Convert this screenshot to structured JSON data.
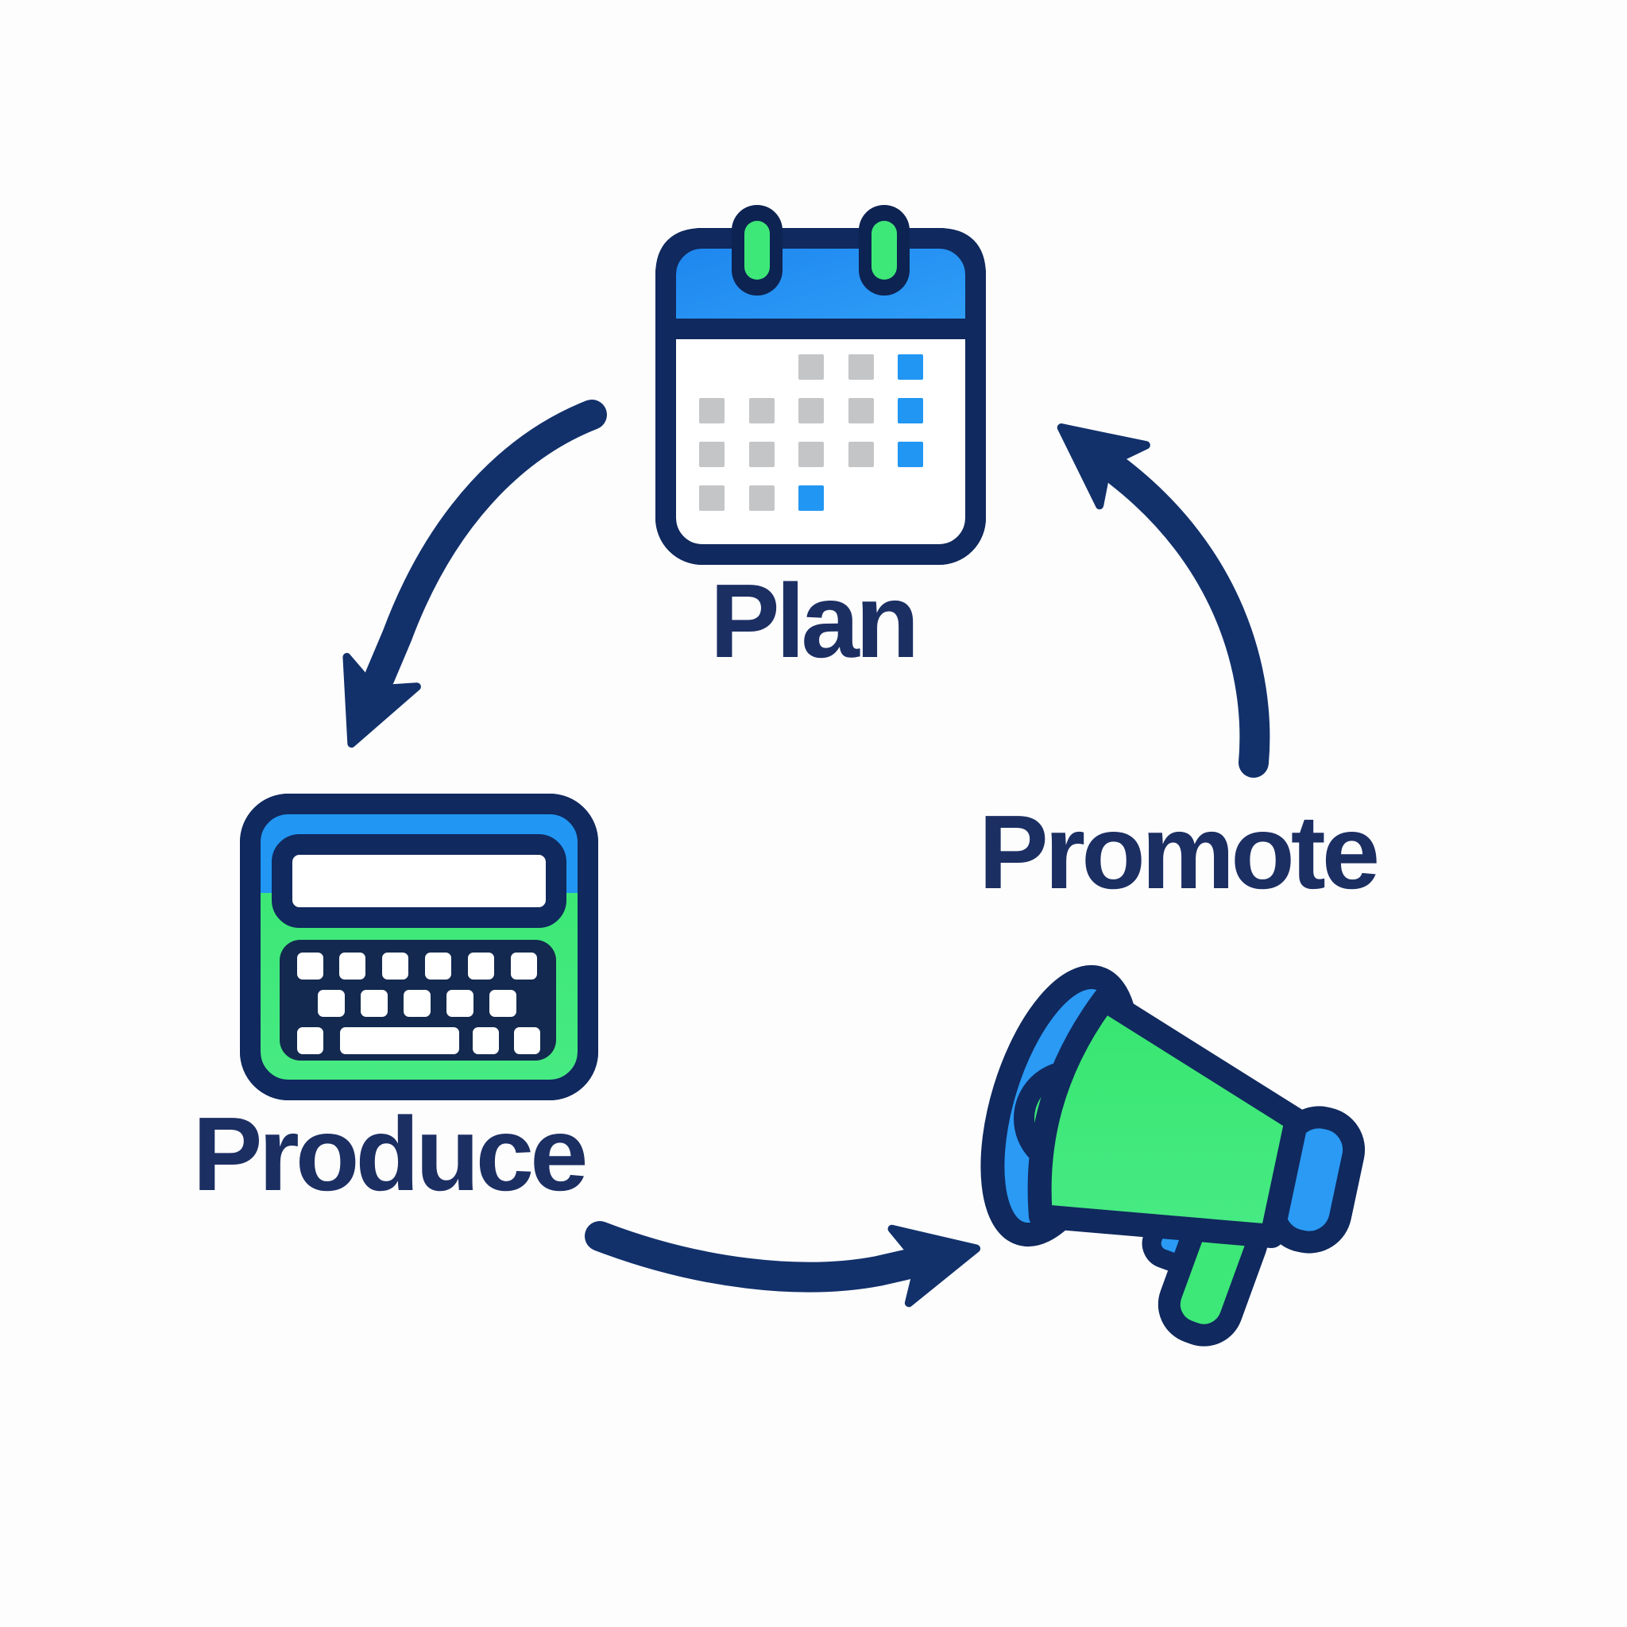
{
  "diagram": {
    "kind": "three-stage-cycle",
    "background": "#fdfdfe",
    "colors": {
      "outline_navy": "#10295e",
      "text_navy": "#1c2f63",
      "arrow_navy": "#12316b",
      "brand_blue": "#2196f3",
      "brand_green": "#3ee878",
      "calendar_cell_gray": "#c4c5c7",
      "calendar_cell_blue": "#2196f3"
    },
    "stages": [
      {
        "id": "plan",
        "label": "Plan",
        "icon": "calendar-icon",
        "position": "top"
      },
      {
        "id": "produce",
        "label": "Produce",
        "icon": "keyboard-icon",
        "position": "left"
      },
      {
        "id": "promote",
        "label": "Promote",
        "icon": "megaphone-icon",
        "position": "bottom-right"
      }
    ],
    "connections": [
      {
        "from": "Plan",
        "to": "Produce"
      },
      {
        "from": "Produce",
        "to": "Promote"
      },
      {
        "from": "Promote",
        "to": "Plan"
      }
    ]
  }
}
